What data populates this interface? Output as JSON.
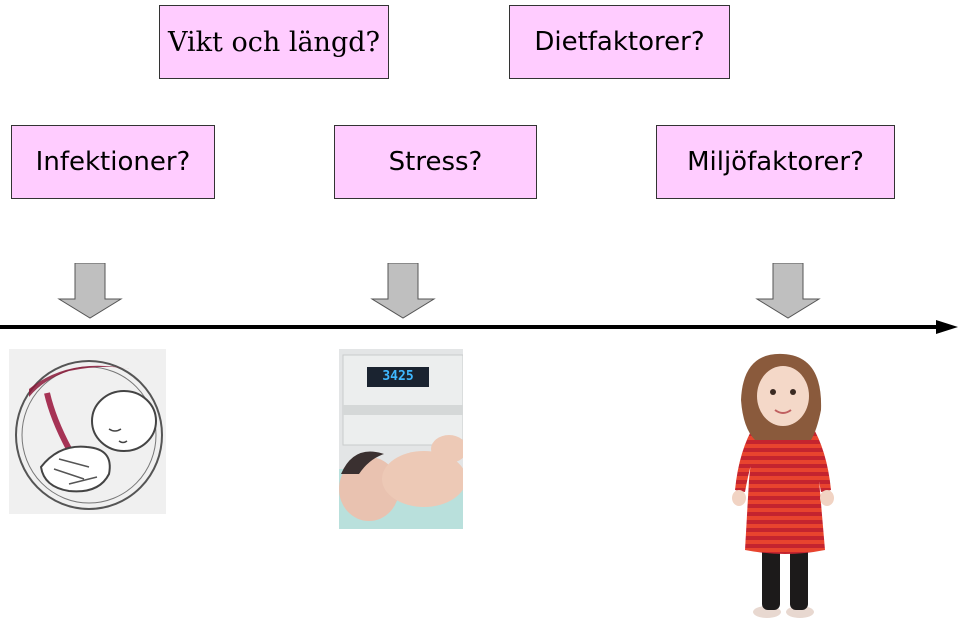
{
  "labels": {
    "weight_height": "Vikt och längd?",
    "diet": "Dietfaktorer?",
    "infections": "Infektioner?",
    "stress": "Stress?",
    "environment": "Miljöfaktorer?"
  },
  "scale_display": "3425",
  "colors": {
    "label_fill": "#ffccff",
    "arrow_fill": "#bfbfbf",
    "timeline": "#000000"
  }
}
